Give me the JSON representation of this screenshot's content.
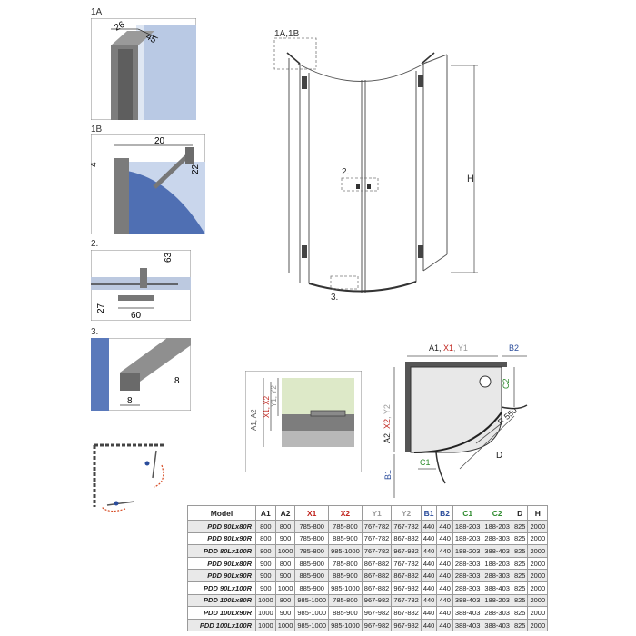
{
  "details": {
    "d1a": {
      "label": "1A",
      "dim_a": "26",
      "dim_b": "45"
    },
    "d1b": {
      "label": "1B",
      "dim_a": "20",
      "dim_b": "4",
      "dim_c": "22"
    },
    "d2": {
      "label": "2.",
      "dim_a": "63",
      "dim_b": "27",
      "dim_c": "60"
    },
    "d3": {
      "label": "3.",
      "dim_a": "8",
      "dim_b": "8"
    }
  },
  "main": {
    "callout_top": "1A,1B",
    "callout_mid": "2.",
    "callout_bottom": "3.",
    "height_label": "H"
  },
  "profile": {
    "label_a": "A1, A2",
    "label_x": "X1, X2",
    "label_y": "Y1, Y2"
  },
  "plan": {
    "top_a": "A1, ",
    "top_x": "X1",
    "top_y": ", Y1",
    "top_b": "B2",
    "side_a": "A2, ",
    "side_x": "X2",
    "side_y": ", Y2",
    "b1": "B1",
    "c1": "C1",
    "c2": "C2",
    "radius": "R 550",
    "d": "D"
  },
  "table": {
    "headers": [
      "Model",
      "A1",
      "A2",
      "X1",
      "X2",
      "Y1",
      "Y2",
      "B1",
      "B2",
      "C1",
      "C2",
      "D",
      "H"
    ],
    "rows": [
      [
        "PDD 80Lx80R",
        "800",
        "800",
        "785-800",
        "785-800",
        "767-782",
        "767-782",
        "440",
        "440",
        "188-203",
        "188-203",
        "825",
        "2000"
      ],
      [
        "PDD 80Lx90R",
        "800",
        "900",
        "785-800",
        "885-900",
        "767-782",
        "867-882",
        "440",
        "440",
        "188-203",
        "288-303",
        "825",
        "2000"
      ],
      [
        "PDD 80Lx100R",
        "800",
        "1000",
        "785-800",
        "985-1000",
        "767-782",
        "967-982",
        "440",
        "440",
        "188-203",
        "388-403",
        "825",
        "2000"
      ],
      [
        "PDD 90Lx80R",
        "900",
        "800",
        "885-900",
        "785-800",
        "867-882",
        "767-782",
        "440",
        "440",
        "288-303",
        "188-203",
        "825",
        "2000"
      ],
      [
        "PDD 90Lx90R",
        "900",
        "900",
        "885-900",
        "885-900",
        "867-882",
        "867-882",
        "440",
        "440",
        "288-303",
        "288-303",
        "825",
        "2000"
      ],
      [
        "PDD 90Lx100R",
        "900",
        "1000",
        "885-900",
        "985-1000",
        "867-882",
        "967-982",
        "440",
        "440",
        "288-303",
        "388-403",
        "825",
        "2000"
      ],
      [
        "PDD 100Lx80R",
        "1000",
        "800",
        "985-1000",
        "785-800",
        "967-982",
        "767-782",
        "440",
        "440",
        "388-403",
        "188-203",
        "825",
        "2000"
      ],
      [
        "PDD 100Lx90R",
        "1000",
        "900",
        "985-1000",
        "885-900",
        "967-982",
        "867-882",
        "440",
        "440",
        "388-403",
        "288-303",
        "825",
        "2000"
      ],
      [
        "PDD 100Lx100R",
        "1000",
        "1000",
        "985-1000",
        "985-1000",
        "967-982",
        "967-982",
        "440",
        "440",
        "388-403",
        "388-403",
        "825",
        "2000"
      ]
    ]
  }
}
